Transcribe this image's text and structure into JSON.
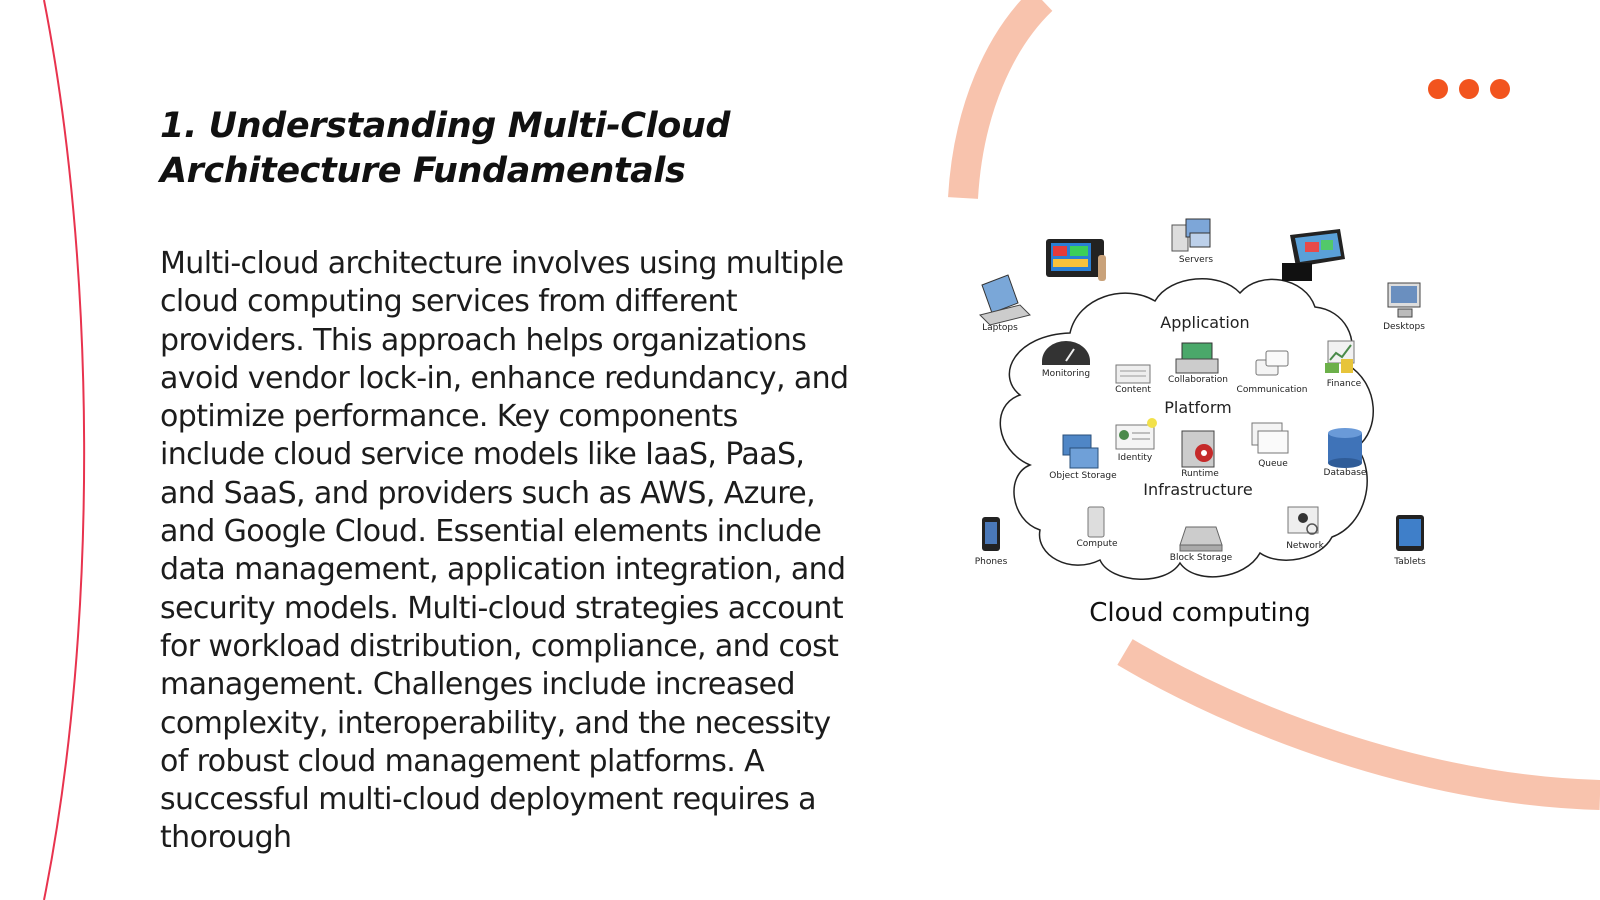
{
  "slide": {
    "title": "1. Understanding Multi-Cloud Architecture Fundamentals",
    "body": "Multi-cloud architecture involves using multiple cloud computing services from different providers. This approach helps organizations avoid vendor lock-in, enhance redundancy, and optimize performance. Key components include cloud service models like IaaS, PaaS, and SaaS, and providers such as AWS, Azure, and Google Cloud. Essential elements include data management, application integration, and security models. Multi-cloud strategies account for workload distribution, compliance, and cost management. Challenges include increased complexity, interoperability, and the necessity of robust cloud management platforms. A successful multi-cloud deployment requires a thorough"
  },
  "theme": {
    "accent": "#f2541e",
    "arc": "#f8c3ad",
    "line": "#e8334e"
  },
  "diagram": {
    "caption": "Cloud computing",
    "layers": {
      "application": "Application",
      "platform": "Platform",
      "infrastructure": "Infrastructure"
    },
    "devices": {
      "servers": "Servers",
      "laptops": "Laptops",
      "desktops": "Desktops",
      "phones": "Phones",
      "tablets": "Tablets"
    },
    "services": {
      "monitoring": "Monitoring",
      "content": "Content",
      "collaboration": "Collaboration",
      "communication": "Communication",
      "finance": "Finance",
      "identity": "Identity",
      "object_storage": "Object Storage",
      "runtime": "Runtime",
      "queue": "Queue",
      "database": "Database",
      "compute": "Compute",
      "block_storage": "Block Storage",
      "network": "Network"
    }
  }
}
